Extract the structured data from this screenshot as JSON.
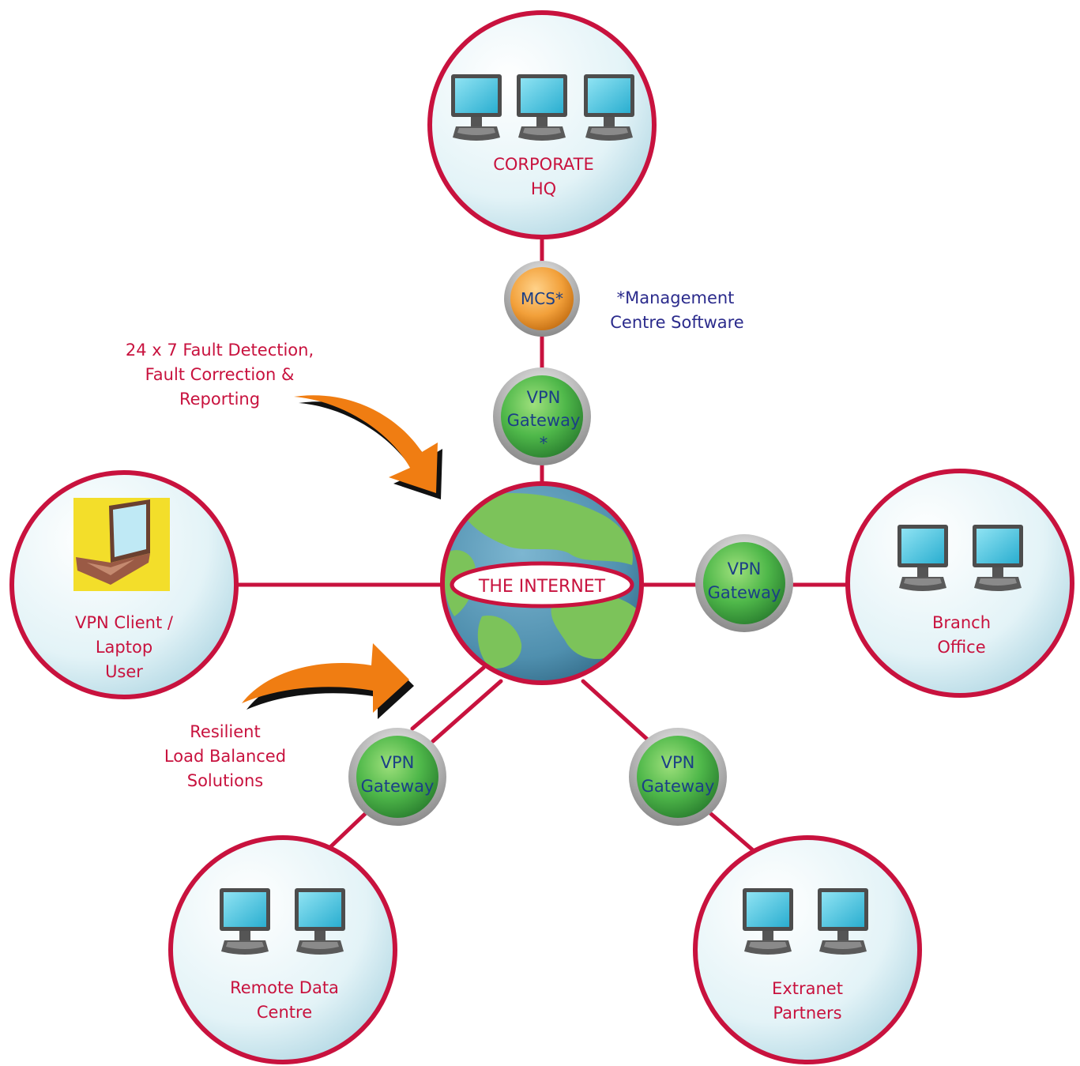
{
  "colors": {
    "line": "#c8123e",
    "site_label": "#c8123e",
    "gateway_label": "#1b3f86",
    "note_label": "#2b2b8c",
    "site_fill": "#e3f3f7",
    "gateway_fill": "#4fb84a",
    "mcs_fill": "#f2a03a",
    "arrow": "#f07d12",
    "internet_ocean": "#4f8fae",
    "internet_land": "#7cc35a"
  },
  "sites": {
    "corporate_hq": {
      "line1": "CORPORATE",
      "line2": "HQ",
      "icon": "desktop-computer-icon"
    },
    "branch_office": {
      "line1": "Branch",
      "line2": "Office",
      "icon": "desktop-computer-icon"
    },
    "vpn_client": {
      "line1": "VPN Client /",
      "line2": "Laptop",
      "line3": "User",
      "icon": "laptop-icon"
    },
    "remote_data_centre": {
      "line1": "Remote Data",
      "line2": "Centre",
      "icon": "desktop-computer-icon"
    },
    "extranet_partners": {
      "line1": "Extranet",
      "line2": "Partners",
      "icon": "desktop-computer-icon"
    }
  },
  "gateways": {
    "top": {
      "line1": "VPN",
      "line2": "Gateway",
      "line3": "*"
    },
    "right": {
      "line1": "VPN",
      "line2": "Gateway"
    },
    "bottom_left": {
      "line1": "VPN",
      "line2": "Gateway"
    },
    "bottom_right": {
      "line1": "VPN",
      "line2": "Gateway"
    }
  },
  "mcs": {
    "label": "MCS*"
  },
  "internet": {
    "label": "THE INTERNET",
    "icon": "globe-icon"
  },
  "notes": {
    "mcs_footnote": {
      "line1": "*Management",
      "line2": "Centre Software"
    },
    "fault": {
      "line1": "24 x 7 Fault Detection,",
      "line2": "Fault Correction &",
      "line3": "Reporting",
      "icon": "curved-arrow-icon"
    },
    "resilient": {
      "line1": "Resilient",
      "line2": "Load Balanced",
      "line3": "Solutions",
      "icon": "curved-arrow-icon"
    }
  }
}
